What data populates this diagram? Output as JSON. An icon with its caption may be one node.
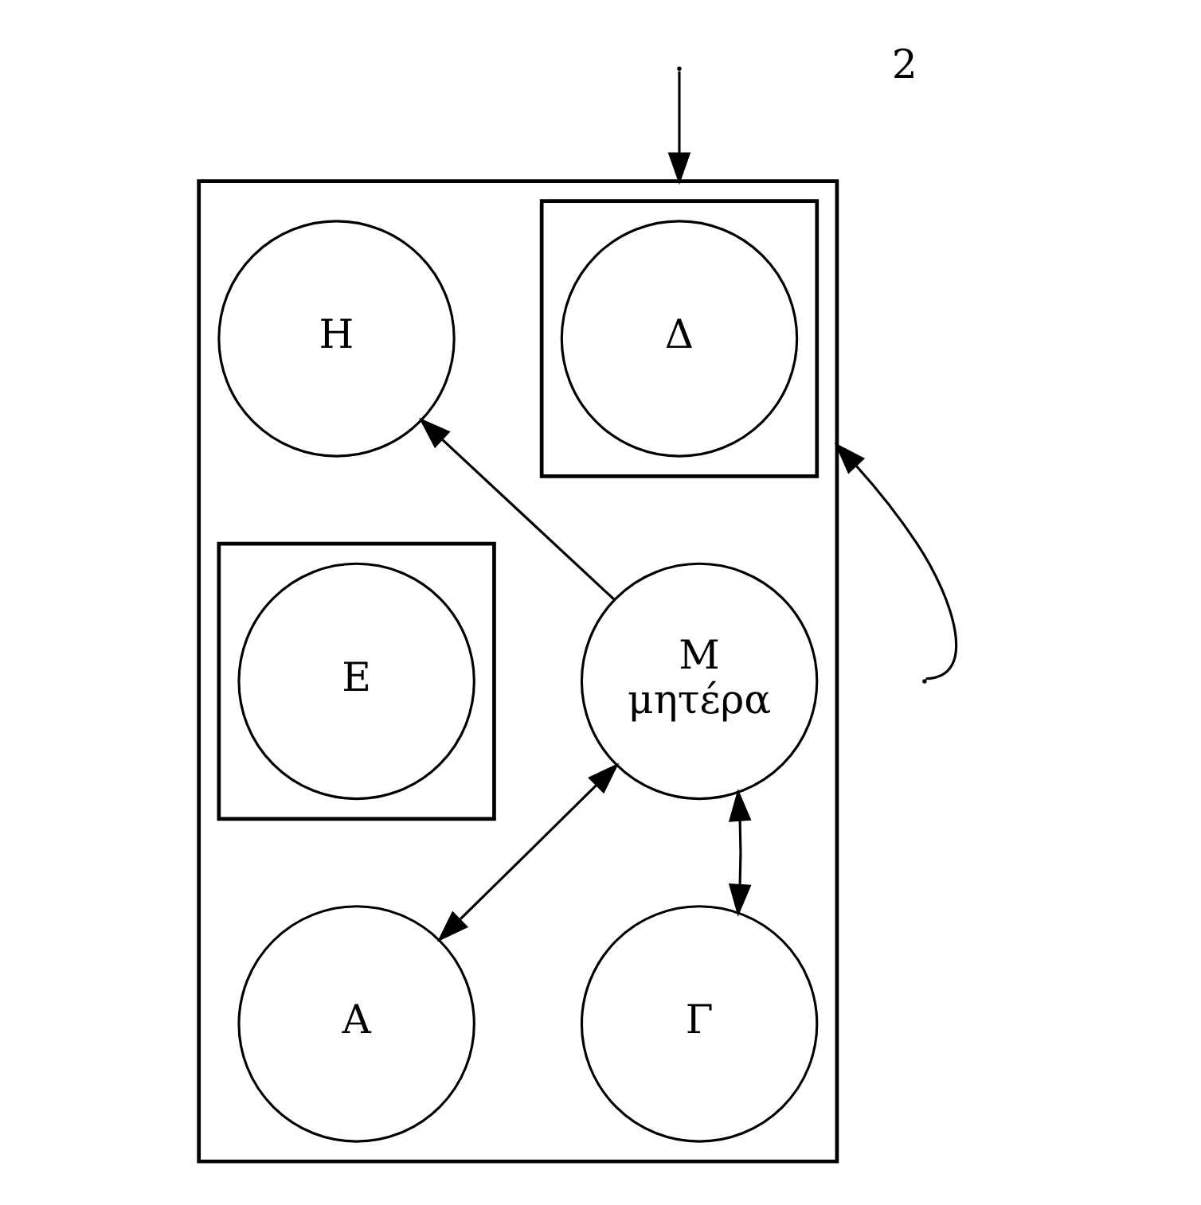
{
  "diagram": {
    "nodes": [
      {
        "text": [],
        "shape": "box"
      },
      {
        "text": [],
        "shape": "box",
        "in": 0
      },
      {
        "text": [
          "Δ"
        ],
        "in": 1
      },
      {
        "text": [
          "Η"
        ],
        "in": 0
      },
      {
        "text": [],
        "shape": "box",
        "in": 0
      },
      {
        "text": [
          "Ε"
        ],
        "in": 4
      },
      {
        "text": [
          "Μ",
          "μητέρα"
        ],
        "in": 0
      },
      {
        "text": [
          "Α"
        ],
        "in": 0
      },
      {
        "text": [
          "Γ"
        ],
        "in": 0
      }
    ],
    "edges": [
      {
        "from": null,
        "to": 0,
        "arrow": "to"
      },
      {
        "from": 6,
        "to": 3,
        "arrow": "to"
      },
      {
        "from": 6,
        "to": 7,
        "arrow": "both"
      },
      {
        "from": 6,
        "to": 8,
        "arrow": "both"
      },
      {
        "from": null,
        "to": 0,
        "arrow": "to"
      }
    ],
    "labels": [
      "2"
    ]
  }
}
